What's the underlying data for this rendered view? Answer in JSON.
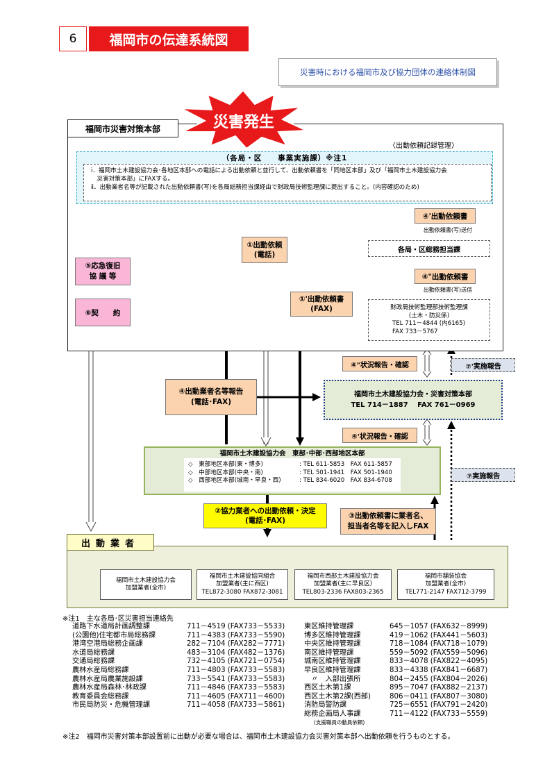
{
  "header": {
    "section_number": "6",
    "section_title": "福岡市の伝達系統図",
    "legend_title": "災害時における福岡市及び協力団体の連絡体制図"
  },
  "disaster_label": "災害発生",
  "hq": {
    "title": "福岡市災害対策本部",
    "record_mgmt": "〈出動依頼記録管理〉",
    "kakyoku_title": "（各局・区　　事業実施課）※注1",
    "kakyoku_lines": [
      "ⅰ．福岡市土木建設協力会･各地区本部への電話による出動依頼と並行して、出動依頼書を「同地区本部」及び「福岡市土木建設協力会",
      "　災害対策本部」にFAXする。",
      "ⅱ．出動業者名等が記載された出動依頼書(写)を各局総務担当課経由で財政局技術監理課に提出すること。(内容確認のため)"
    ]
  },
  "steps": {
    "s1": [
      "①出動依頼",
      "(電話)"
    ],
    "s1d": [
      "①'出動依頼書",
      "(FAX)"
    ],
    "s5": [
      "⑤応急復旧",
      "協 議 等"
    ],
    "s6": "⑥契　　約",
    "s4a": "④'出動依頼書",
    "s4a_note": "出動依頼書(写)送付",
    "kyoku_soumu": "各局・区総務担当課",
    "s4b": "④\"出動依頼書",
    "s4b_note": "出動依頼書(写)送信",
    "zaisei": [
      "財政局技術監理部技術監理課",
      "(土木・防災係)",
      "TEL  711－4844 (内6165)",
      "FAX 733－5767"
    ],
    "s4c": "④\"状況報告・確認",
    "s7a": "⑦'実施報告",
    "kyokai_hq": [
      "福岡市土木建設協力会・災害対策本部",
      "TEL 714－1887　 FAX 761－0969"
    ],
    "s4name": [
      "④出動業者名等報告",
      "(電話･FAX)"
    ],
    "s4d": "④'状況報告・確認",
    "s7b": "⑦実施報告",
    "s2": [
      "②協力業者への出動依頼・決定",
      "(電話･FAX)"
    ],
    "s3": [
      "③出動依頼書に業者名、",
      "担当者名等を記入しFAX"
    ]
  },
  "east": {
    "title": "福岡市土木建設協力会　東部･中部･西部地区本部",
    "rows": [
      {
        "name": "◇　東部地区本部(東・博多)",
        "contact": ": TEL 611-5853　FAX 611-5857"
      },
      {
        "name": "◇　中部地区本部(中央・南)",
        "contact": ": TEL 501-1941　FAX 501-1940"
      },
      {
        "name": "◇　西部地区本部(城南・早良・西)",
        "contact": ": TEL 834-6020　FAX 834-6708"
      }
    ]
  },
  "shutsudo": {
    "title": "出動業者",
    "members": [
      {
        "lines": [
          "福岡市土木建設協力会",
          "加盟業者(全市)"
        ]
      },
      {
        "lines": [
          "福岡市土木建設協同組合",
          "加盟業者(主に西区)",
          "TEL872-3080 FAX872-3081"
        ]
      },
      {
        "lines": [
          "福岡市西部土木建設協力会",
          "加盟業者(主に早良区)",
          "TEL803-2336 FAX803-2365"
        ]
      },
      {
        "lines": [
          "福岡市舗装協会",
          "加盟業者(全市)",
          "TEL771-2147 FAX712-3799"
        ]
      }
    ]
  },
  "notes": {
    "note1_title": "※注1　主な各局･区災害担当連絡先",
    "left": [
      {
        "name": "道路下水道局計画調整課",
        "tel": "711－4519 (FAX733－5533)"
      },
      {
        "name": "(公園他)住宅都市局総務課",
        "tel": "711－4383 (FAX733－5590)"
      },
      {
        "name": "港湾空港局総務企画課",
        "tel": "282－7104 (FAX282－7771)"
      },
      {
        "name": "水道局総務課",
        "tel": "483－3104 (FAX482－1376)"
      },
      {
        "name": "交通局総務課",
        "tel": "732－4105 (FAX721－0754)"
      },
      {
        "name": "農林水産局総務課",
        "tel": "711－4803 (FAX733－5583)"
      },
      {
        "name": "農林水産局農業施設課",
        "tel": "733－5541 (FAX733－5583)"
      },
      {
        "name": "農林水産局森林･林政課",
        "tel": "711－4846 (FAX733－5583)"
      },
      {
        "name": "教育委員会総務課",
        "tel": "711－4605 (FAX711－4600)"
      },
      {
        "name": "市民局防災・危機管理課",
        "tel": "711－4058 (FAX733－5861)"
      }
    ],
    "right": [
      {
        "name": "東区維持管理課",
        "tel": "645－1057 (FAX632－8999)"
      },
      {
        "name": "博多区維持管理課",
        "tel": "419－1062 (FAX441－5603)"
      },
      {
        "name": "中央区維持管理課",
        "tel": "718－1084 (FAX718－1079)"
      },
      {
        "name": "南区維持管理課",
        "tel": "559－5092 (FAX559－5096)"
      },
      {
        "name": "城南区維持管理課",
        "tel": "833－4078 (FAX822－4095)"
      },
      {
        "name": "早良区維持管理課",
        "tel": "833－4338 (FAX841－6687)"
      },
      {
        "name": "　〃　入部出張所",
        "tel": "804－2455 (FAX804－2026)"
      },
      {
        "name": "西区土木第1課",
        "tel": "895－7047 (FAX882－2137)"
      },
      {
        "name": "西区土木第2課(西部)",
        "tel": "806－0411 (FAX807－3080)"
      },
      {
        "name": "消防局警防課",
        "tel": "725－6551 (FAX791－2420)"
      },
      {
        "name": "総務企画局人事課",
        "tel": "711－4122 (FAX733－5559)"
      }
    ],
    "right_subnote": "(支援職員の動員依頼)",
    "note2": "※注2　福岡市災害対策本部設置前に出動が必要な場合は、福岡市土木建設協力会災害対策本部へ出動依頼を行うものとする。"
  },
  "colors": {
    "red": "#e8191a",
    "peach": "#fbd3ae",
    "pink": "#f9b6d7",
    "yellow": "#fffb00",
    "green": "#e4ecd8",
    "blue_text": "#2b4fa8"
  }
}
